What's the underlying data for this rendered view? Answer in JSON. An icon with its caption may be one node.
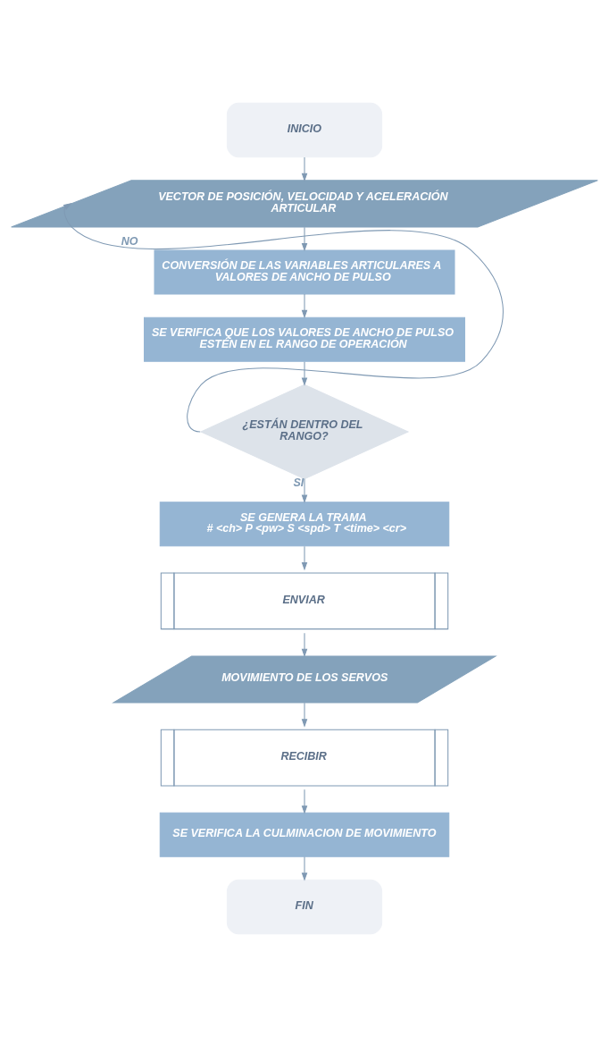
{
  "diagram": {
    "nodes": [
      {
        "text": [
          "INICIO"
        ]
      },
      {
        "text": [
          "VECTOR DE POSICIÓN, VELOCIDAD Y ACELERACIÓN ARTICULAR"
        ]
      },
      {
        "text": [
          "CONVERSIÓN DE LAS VARIABLES ARTICULARES A VALORES DE ANCHO DE PULSO"
        ]
      },
      {
        "text": [
          "SE VERIFICA QUE LOS VALORES DE ANCHO DE PULSO ESTÉN EN EL RANGO DE OPERACIÓN"
        ]
      },
      {
        "text": [
          "¿ESTÁN DENTRO DEL RANGO?"
        ]
      },
      {
        "text": [
          "SE GENERA LA TRAMA",
          "# <ch> P <pw> S <spd> T <time> <cr>"
        ]
      },
      {
        "text": [
          "ENVIAR"
        ]
      },
      {
        "text": [
          "MOVIMIENTO DE LOS SERVOS"
        ]
      },
      {
        "text": [
          "RECIBIR"
        ]
      },
      {
        "text": [
          "SE VERIFICA LA CULMINACION DE MOVIMIENTO"
        ]
      },
      {
        "text": [
          "FIN"
        ]
      }
    ],
    "edges": [
      {
        "from": 0,
        "to": 1,
        "arrow": "to"
      },
      {
        "from": 1,
        "to": 2,
        "arrow": "to"
      },
      {
        "from": 2,
        "to": 3,
        "arrow": "to"
      },
      {
        "from": 3,
        "to": 4,
        "arrow": "to"
      },
      {
        "from": 4,
        "to": 1,
        "arrow": "to",
        "label": "NO"
      },
      {
        "from": 4,
        "to": 5,
        "arrow": "to",
        "label": "SI"
      },
      {
        "from": 5,
        "to": 6,
        "arrow": "to"
      },
      {
        "from": 6,
        "to": 7,
        "arrow": "to"
      },
      {
        "from": 7,
        "to": 8,
        "arrow": "to"
      },
      {
        "from": 8,
        "to": 9,
        "arrow": "to"
      },
      {
        "from": 9,
        "to": 10,
        "arrow": "to"
      }
    ]
  }
}
